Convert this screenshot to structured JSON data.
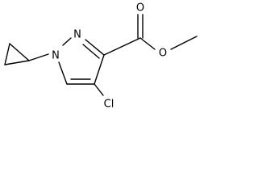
{
  "molecule": {
    "atoms": {
      "n1": {
        "symbol": "N"
      },
      "n2": {
        "symbol": "N"
      },
      "o_carbonyl": {
        "symbol": "O"
      },
      "o_ester": {
        "symbol": "O"
      },
      "cl": {
        "symbol": "Cl"
      }
    },
    "colors": {
      "bond": "#000000",
      "label": "#000000",
      "background": "#ffffff"
    }
  }
}
